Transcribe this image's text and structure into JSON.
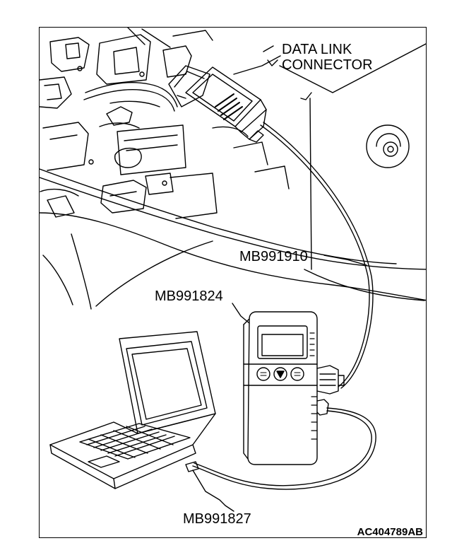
{
  "labels": {
    "data_link_connector_line1": "DATA LINK",
    "data_link_connector_line2": "CONNECTOR",
    "cable_mb991910": "MB991910",
    "device_mb991824": "MB991824",
    "cable_mb991827": "MB991827",
    "figure_id": "AC404789AB"
  },
  "colors": {
    "ink": "#000000",
    "paper": "#ffffff"
  }
}
